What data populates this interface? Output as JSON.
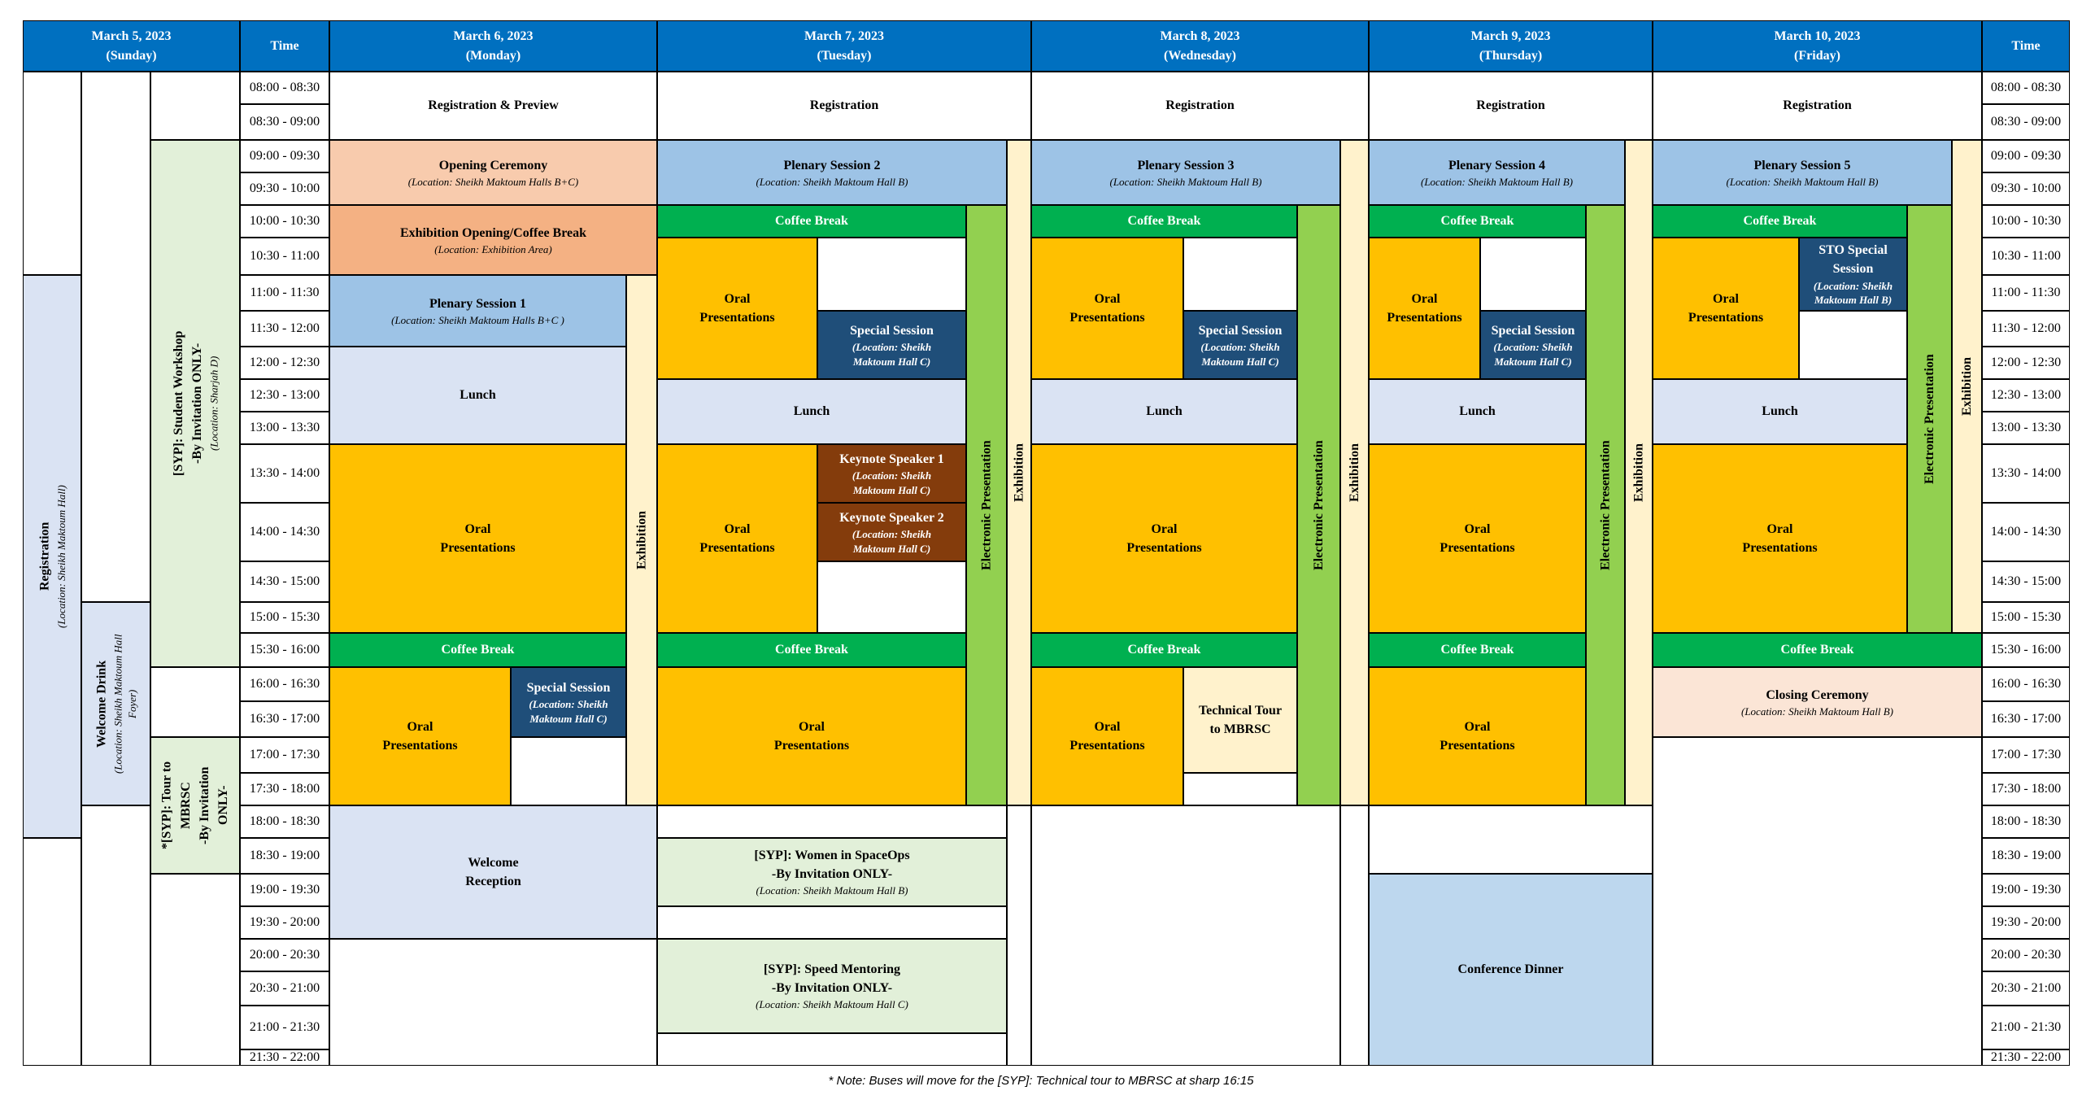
{
  "colors": {
    "header": "#0070c0",
    "coffee": "#00b050",
    "oral": "#ffc000",
    "plenary": "#9dc3e6",
    "lunch": "#dae3f3",
    "special": "#1f4e79",
    "keynote": "#843c0c",
    "opening": "#f8cbad",
    "exhib_opening": "#f4b183",
    "electronic": "#92d050",
    "exhibition": "#fff2cc",
    "syp": "#e2f0d9",
    "closing": "#fbe5d6",
    "dinner": "#bdd7ee"
  },
  "headers": {
    "sun": "March 5, 2023\n(Sunday)",
    "time_left": "Time",
    "mon": "March 6, 2023\n(Monday)",
    "tue": "March 7, 2023\n(Tuesday)",
    "wed": "March 8, 2023\n(Wednesday)",
    "thu": "March 9, 2023\n(Thursday)",
    "fri": "March 10, 2023\n(Friday)",
    "time_right": "Time"
  },
  "times": [
    "08:00 - 08:30",
    "08:30 - 09:00",
    "09:00 - 09:30",
    "09:30 - 10:00",
    "10:00 - 10:30",
    "10:30 - 11:00",
    "11:00 - 11:30",
    "11:30 - 12:00",
    "12:00 - 12:30",
    "12:30 - 13:00",
    "13:00 - 13:30",
    "13:30 - 14:00",
    "14:00 - 14:30",
    "14:30 - 15:00",
    "15:00 - 15:30",
    "15:30 - 16:00",
    "16:00 - 16:30",
    "16:30 - 17:00",
    "17:00 - 17:30",
    "17:30 - 18:00",
    "18:00 - 18:30",
    "18:30 - 19:00",
    "19:00 - 19:30",
    "19:30 - 20:00",
    "20:00 - 20:30",
    "20:30 - 21:00",
    "21:00 - 21:30",
    "21:30 - 22:00"
  ],
  "labels": {
    "registration": "Registration",
    "registration_preview": "Registration & Preview",
    "opening_ceremony": "Opening Ceremony",
    "exhibition_opening": "Exhibition Opening/Coffee Break",
    "plenary1": "Plenary Session 1",
    "plenary2": "Plenary Session 2",
    "plenary3": "Plenary Session 3",
    "plenary4": "Plenary Session 4",
    "plenary5": "Plenary Session 5",
    "coffee": "Coffee Break",
    "lunch": "Lunch",
    "oral": "Oral\nPresentations",
    "special": "Special Session",
    "sto_special": "STO Special\nSession",
    "keynote1": "Keynote Speaker 1",
    "keynote2": "Keynote Speaker 2",
    "exhibition": "Exhibition",
    "electronic": "Electronic Presentation",
    "welcome_reception": "Welcome\nReception",
    "welcome_drink": "Welcome Drink",
    "student_workshop": "[SYP]: Student Workshop\n-By Invitation ONLY-",
    "tour": "*[SYP]: Tour to\nMBRSC\n-By Invitation\nONLY-",
    "women": "[SYP]: Women in SpaceOps\n-By Invitation ONLY-",
    "mentoring": "[SYP]: Speed Mentoring\n-By Invitation ONLY-",
    "technical_tour": "Technical Tour\nto MBRSC",
    "closing": "Closing Ceremony",
    "dinner": "Conference Dinner"
  },
  "locations": {
    "registration": "(Location: Sheikh Maktoum Hall)",
    "halls_bc": "(Location: Sheikh Maktoum Halls B+C)",
    "halls_bc_sp": "(Location: Sheikh Maktoum Halls B+C )",
    "exhibition_area": "(Location: Exhibition Area)",
    "hall_b": "(Location: Sheikh Maktoum Hall B)",
    "hall_c": "(Location: Sheikh\nMaktoum Hall C)",
    "hall_b_wrap": "(Location: Sheikh\nMaktoum Hall B)",
    "hall_b_single": "(Location: Sheikh Maktoum Hall B)",
    "hall_c_single": "(Location: Sheikh Maktoum Hall C)",
    "sharjah": "(Location: Sharjah D)",
    "foyer": "(Location: Sheikh Maktoum Hall\nFoyer)"
  },
  "footnote": "* Note: Buses will move for the [SYP]: Technical tour to MBRSC at sharp 16:15"
}
